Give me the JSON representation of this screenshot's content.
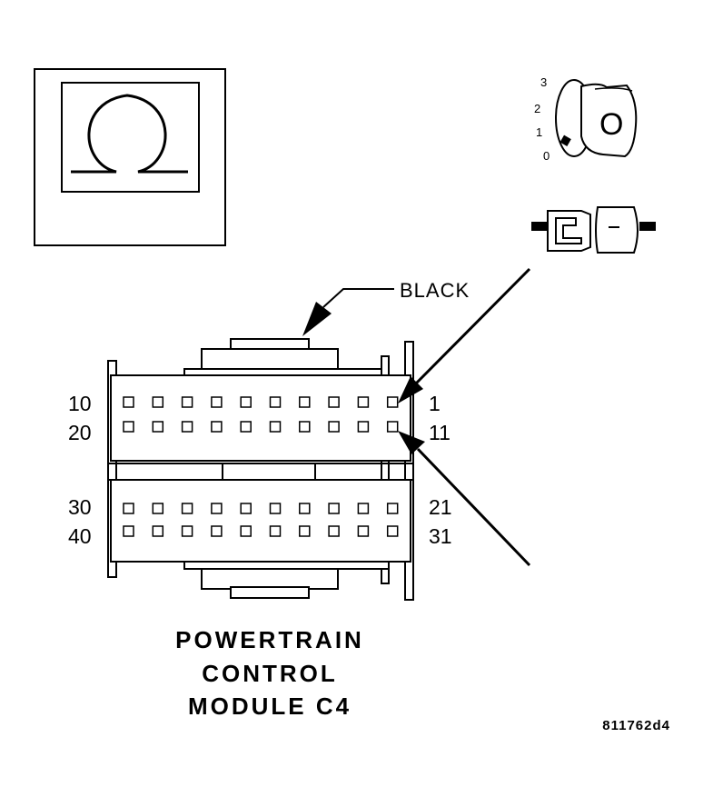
{
  "connector": {
    "color_label": "BLACK",
    "pin_labels": {
      "row1_left": "10",
      "row1_right": "1",
      "row2_left": "20",
      "row2_right": "11",
      "row3_left": "30",
      "row3_right": "21",
      "row4_left": "40",
      "row4_right": "31"
    },
    "pins_per_row": 10,
    "rows": 4
  },
  "title": {
    "line1": "POWERTRAIN",
    "line2": "CONTROL",
    "line3": "MODULE C4"
  },
  "figure_id": "811762d4",
  "ignition_key": {
    "positions": [
      "3",
      "2",
      "1",
      "0"
    ],
    "key_label": "O",
    "selected_position": "0"
  },
  "meter_icon": "ohm-symbol-icon",
  "probe_icon": "connector-probe-icon"
}
